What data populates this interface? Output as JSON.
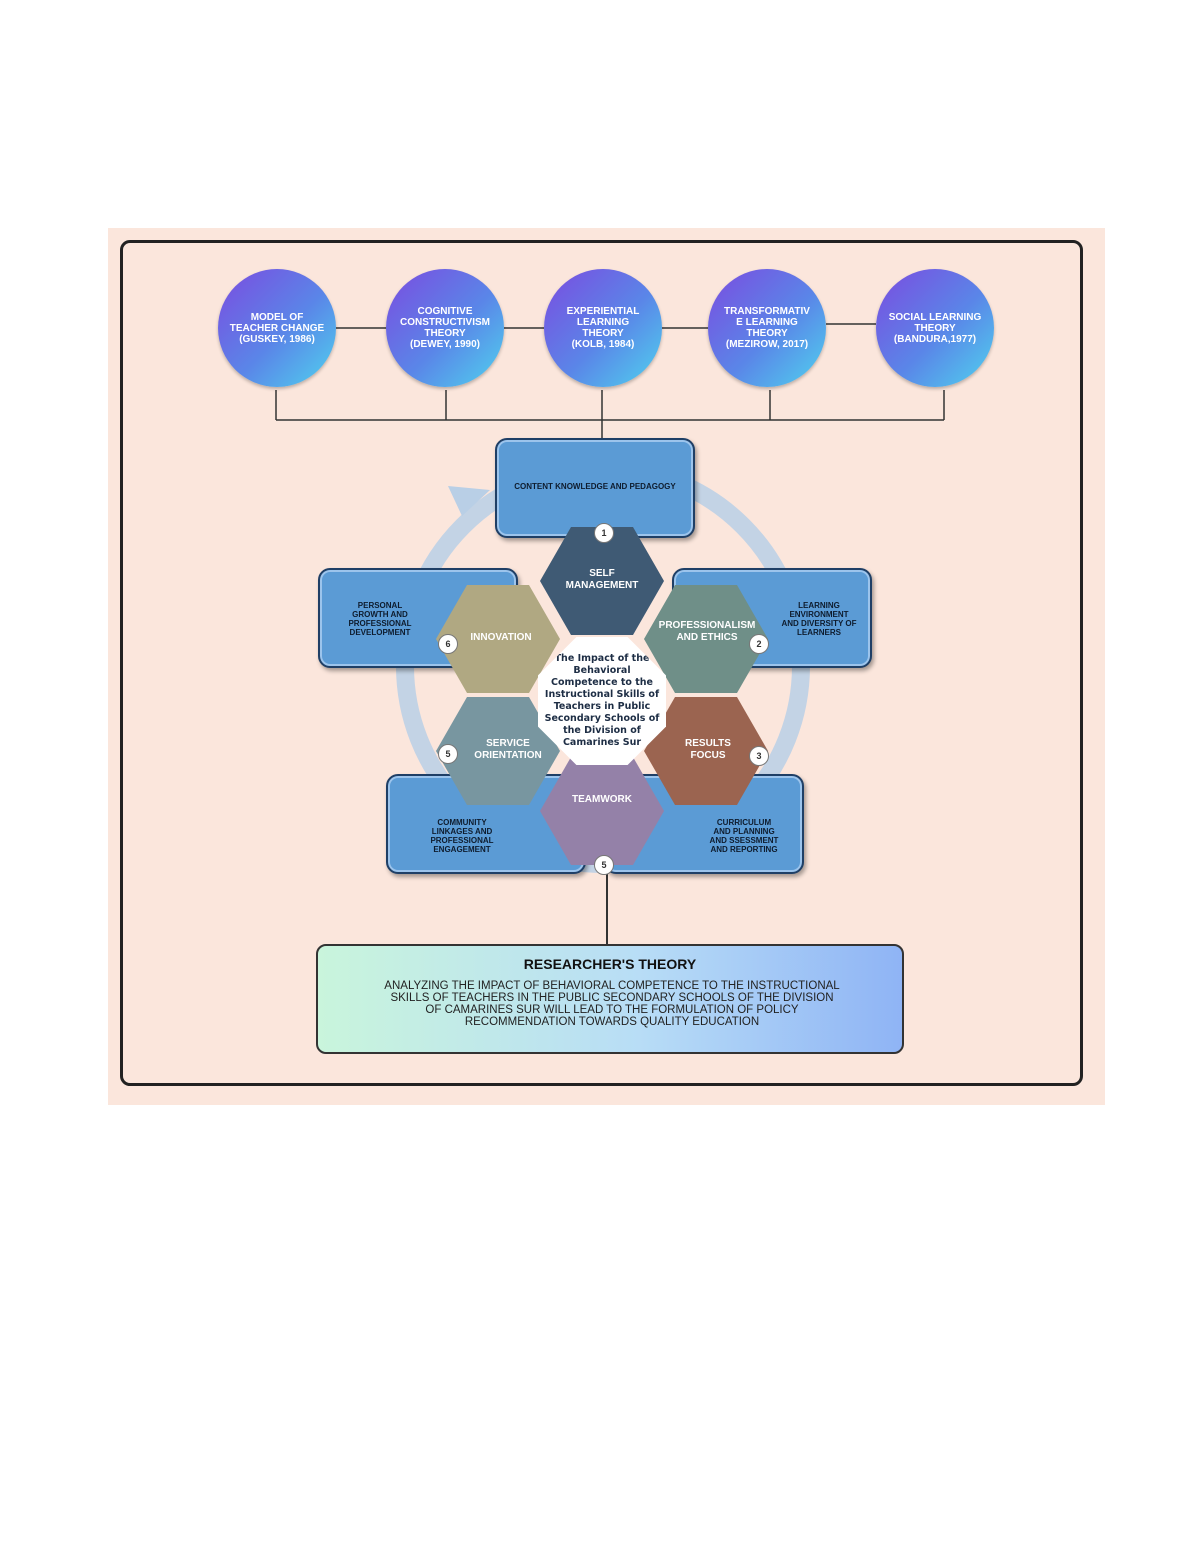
{
  "theories": [
    {
      "label": "MODEL OF\nTEACHER CHANGE\n(GUSKEY, 1986)"
    },
    {
      "label": "COGNITIVE\nCONSTRUCTIVISM\nTHEORY\n(DEWEY, 1990)"
    },
    {
      "label": "EXPERIENTIAL\nLEARNING\nTHEORY\n(KOLB, 1984)"
    },
    {
      "label": "TRANSFORMATIV\nE LEARNING\nTHEORY\n(MEZIROW, 2017)"
    },
    {
      "label": "SOCIAL LEARNING\nTHEORY\n(BANDURA,1977)"
    }
  ],
  "domains": {
    "top": "CONTENT KNOWLEDGE AND PEDAGOGY",
    "right": "LEARNING\nENVIRONMENT\nAND DIVERSITY OF\nLEARNERS",
    "bottom_right": "CURRICULUM\nAND PLANNING\nAND SSESSMENT\nAND REPORTING",
    "bottom_left": "COMMUNITY\nLINKAGES AND\nPROFESSIONAL\nENGAGEMENT",
    "left": "PERSONAL\nGROWTH AND\nPROFESSIONAL\nDEVELOPMENT"
  },
  "competencies": {
    "top": "SELF\nMANAGEMENT",
    "upper_right": "PROFESSIONALISM\nAND ETHICS",
    "lower_right": "RESULTS\nFOCUS",
    "bottom": "TEAMWORK",
    "lower_left": "SERVICE\nORIENTATION",
    "upper_left": "INNOVATION"
  },
  "numbers": {
    "n1": "1",
    "n2": "2",
    "n3": "3",
    "n4": "5",
    "n5": "5",
    "n6": "6"
  },
  "center": "The Impact of the\nBehavioral\nCompetence to the\nInstructional Skills of\nTeachers in Public\nSecondary Schools of\nthe Division of\nCamarines Sur",
  "researcher": {
    "title": "RESEARCHER'S THEORY",
    "body": "ANALYZING THE IMPACT OF BEHAVIORAL COMPETENCE TO THE INSTRUCTIONAL\nSKILLS OF TEACHERS IN THE PUBLIC SECONDARY SCHOOLS OF THE DIVISION\nOF CAMARINES SUR WILL LEAD TO THE FORMULATION OF POLICY\nRECOMMENDATION TOWARDS QUALITY EDUCATION"
  },
  "colors": {
    "panel": "#fbe6dc",
    "hex_top": "#3f5a74",
    "hex_upper_right": "#6f8f88",
    "hex_lower_right": "#9b6450",
    "hex_bottom": "#9481a8",
    "hex_lower_left": "#7896a0",
    "hex_upper_left": "#b0a882",
    "box": "#5b9bd5"
  }
}
